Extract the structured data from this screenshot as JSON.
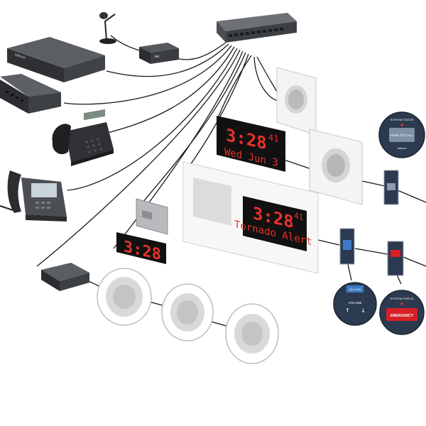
{
  "clocks": {
    "small_clock": {
      "time": "3:28"
    },
    "date_clock": {
      "time": "3:28",
      "seconds": "41",
      "date": "Wed Jun 3"
    },
    "alert_panel": {
      "time": "3:28",
      "seconds": "41",
      "message": "Tornado Alert"
    }
  },
  "call_stations": {
    "call_station": {
      "status": "SYSTEM STATUS",
      "button": "PUSH TO CALL",
      "brand": "Valcom"
    },
    "volume_station": {
      "brand": "VALCOM",
      "label": "VOLUME"
    },
    "emergency_station": {
      "status": "SYSTEM STATUS",
      "button": "EMERGENCY"
    }
  },
  "devices": {
    "recorder_brand": "Valcom"
  },
  "colors": {
    "led_red": "#e8322a",
    "display_black": "#111111",
    "device_dark": "#2f3134",
    "station_navy": "#2b3a4f",
    "emergency_red": "#d81f26",
    "cable": "#1a1a1a"
  }
}
